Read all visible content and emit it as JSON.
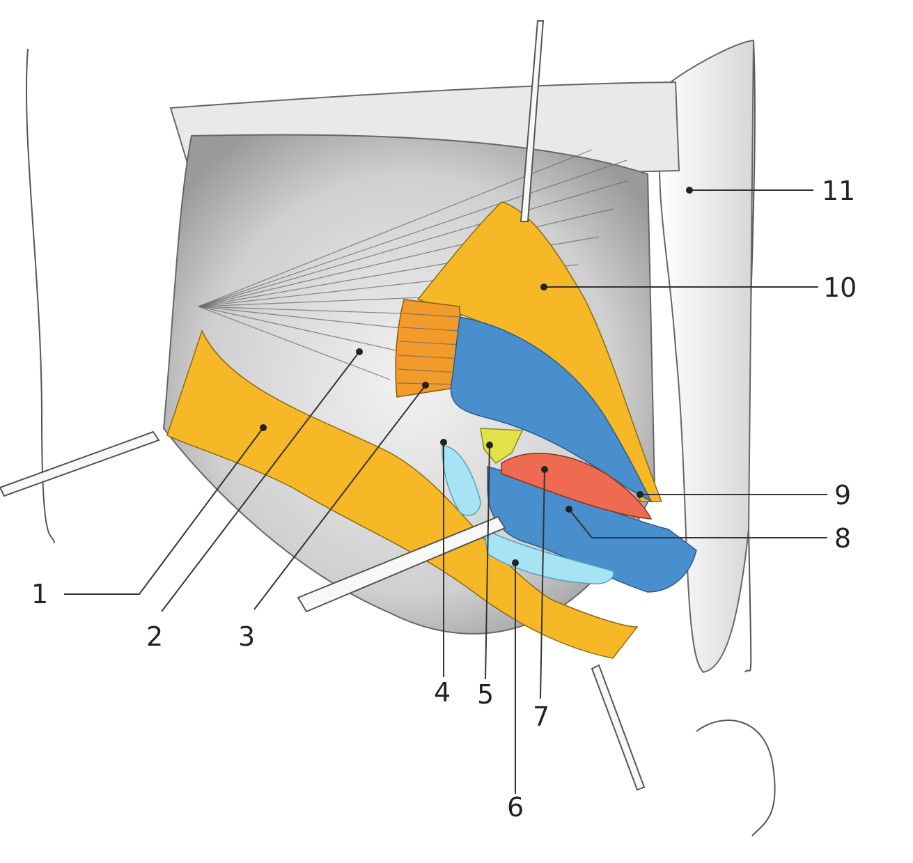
{
  "colors": {
    "background": "#ffffff",
    "yellow_structure": "#f6b826",
    "orange_structure": "#f29a2a",
    "blue_structure": "#4a8fcd",
    "light_blue_structure": "#a6e3f4",
    "red_structure": "#ee6a50",
    "lemon_structure": "#e2e24a",
    "tissue_gray": "#c8c8c8"
  },
  "labels": [
    "1",
    "2",
    "3",
    "4",
    "5",
    "6",
    "7",
    "8",
    "9",
    "10",
    "11"
  ]
}
